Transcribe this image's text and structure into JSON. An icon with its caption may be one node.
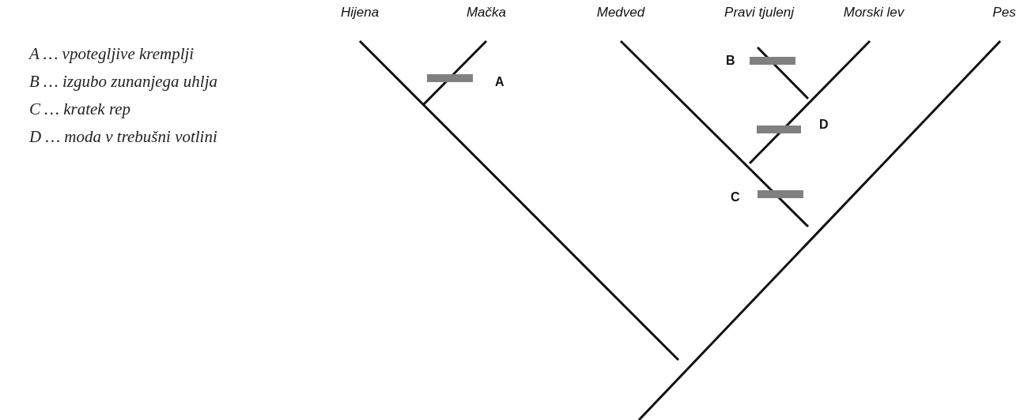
{
  "diagram": {
    "labels": [
      "Hijena",
      "Mačka",
      "Medved",
      "Pravi tjulenj",
      "Morski lev",
      "Pes",
      "A …  vpotegljive kremplji",
      "B …  izgubo zunanjega uhlja",
      "C …  kratek rep",
      "D … moda v trebušni votlini",
      "B",
      "A",
      "D",
      "C"
    ]
  }
}
